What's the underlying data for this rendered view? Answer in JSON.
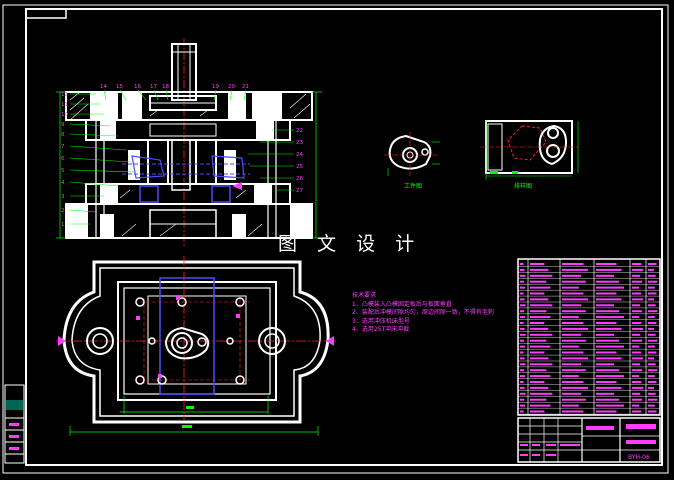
{
  "overlay_title": "图 文 设 计",
  "technical_requirements": {
    "heading": "技术要求",
    "items": [
      "1、凸模装入凸模固定板后与板面垂直",
      "2、装配后冲模间隙均匀，周边间隙一致，不得有毛刺",
      "3、选用冲压机床型号",
      "4、选用25T冲床冲裁"
    ]
  },
  "part_numbers_left": [
    "12",
    "11",
    "10",
    "9",
    "8",
    "7",
    "6",
    "5",
    "4",
    "3",
    "2",
    "1"
  ],
  "part_numbers_top": [
    "14",
    "15",
    "16",
    "17",
    "18",
    "19",
    "20",
    "21"
  ],
  "part_numbers_right": [
    "22",
    "23",
    "24",
    "25",
    "26",
    "27"
  ],
  "view_labels": {
    "part_view": "工件图",
    "scrap_view": "排样图"
  },
  "drawing_number": "BYH-06",
  "colors": {
    "background": "#000000",
    "frame": "#ffffff",
    "dimension": "#00ff00",
    "annotation": "#ff3cff",
    "hidden_line": "#4b4bff",
    "center_line": "#ff2020",
    "hatch": "#ffffff"
  }
}
